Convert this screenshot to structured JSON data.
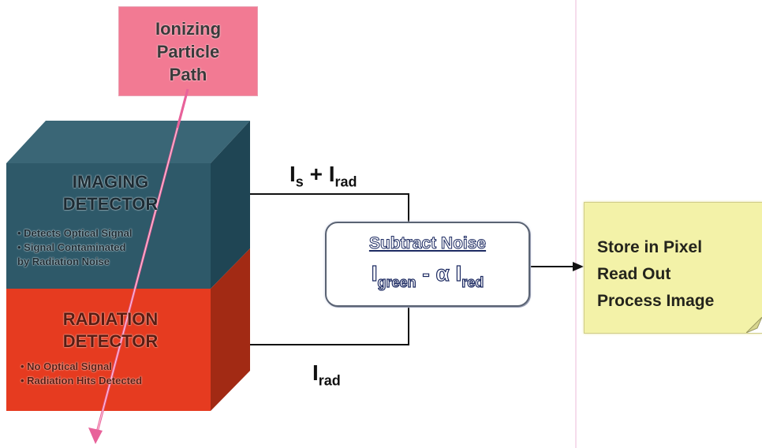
{
  "particle_box": {
    "lines": [
      "Ionizing",
      "Particle",
      "Path"
    ]
  },
  "imaging_detector": {
    "title_line1": "IMAGING",
    "title_line2": "DETECTOR",
    "bullet1": "• Detects Optical Signal",
    "bullet2": "• Signal Contaminated",
    "bullet3": "by Radiation Noise"
  },
  "radiation_detector": {
    "title_line1": "RADIATION",
    "title_line2": "DETECTOR",
    "bullet1": "• No Optical Signal",
    "bullet2": "• Radiation Hits Detected"
  },
  "top_signal": {
    "i1": "I",
    "sub1": "s",
    "plus": " + ",
    "i2": "I",
    "sub2": "rad"
  },
  "bottom_signal": {
    "i": "I",
    "sub": "rad"
  },
  "subtract": {
    "title": "Subtract Noise",
    "i1": "I",
    "sub1": "green",
    "op": " - α ",
    "i2": "I",
    "sub2": "red"
  },
  "store": {
    "lines": [
      "Store in Pixel",
      "Read Out",
      "Process Image"
    ]
  },
  "colors": {
    "imaging": "#2f5b6a",
    "radiation": "#e83a20",
    "particle_box": "#f27a93",
    "store_box": "#f3f2a8",
    "arrow": "#e8629a"
  }
}
